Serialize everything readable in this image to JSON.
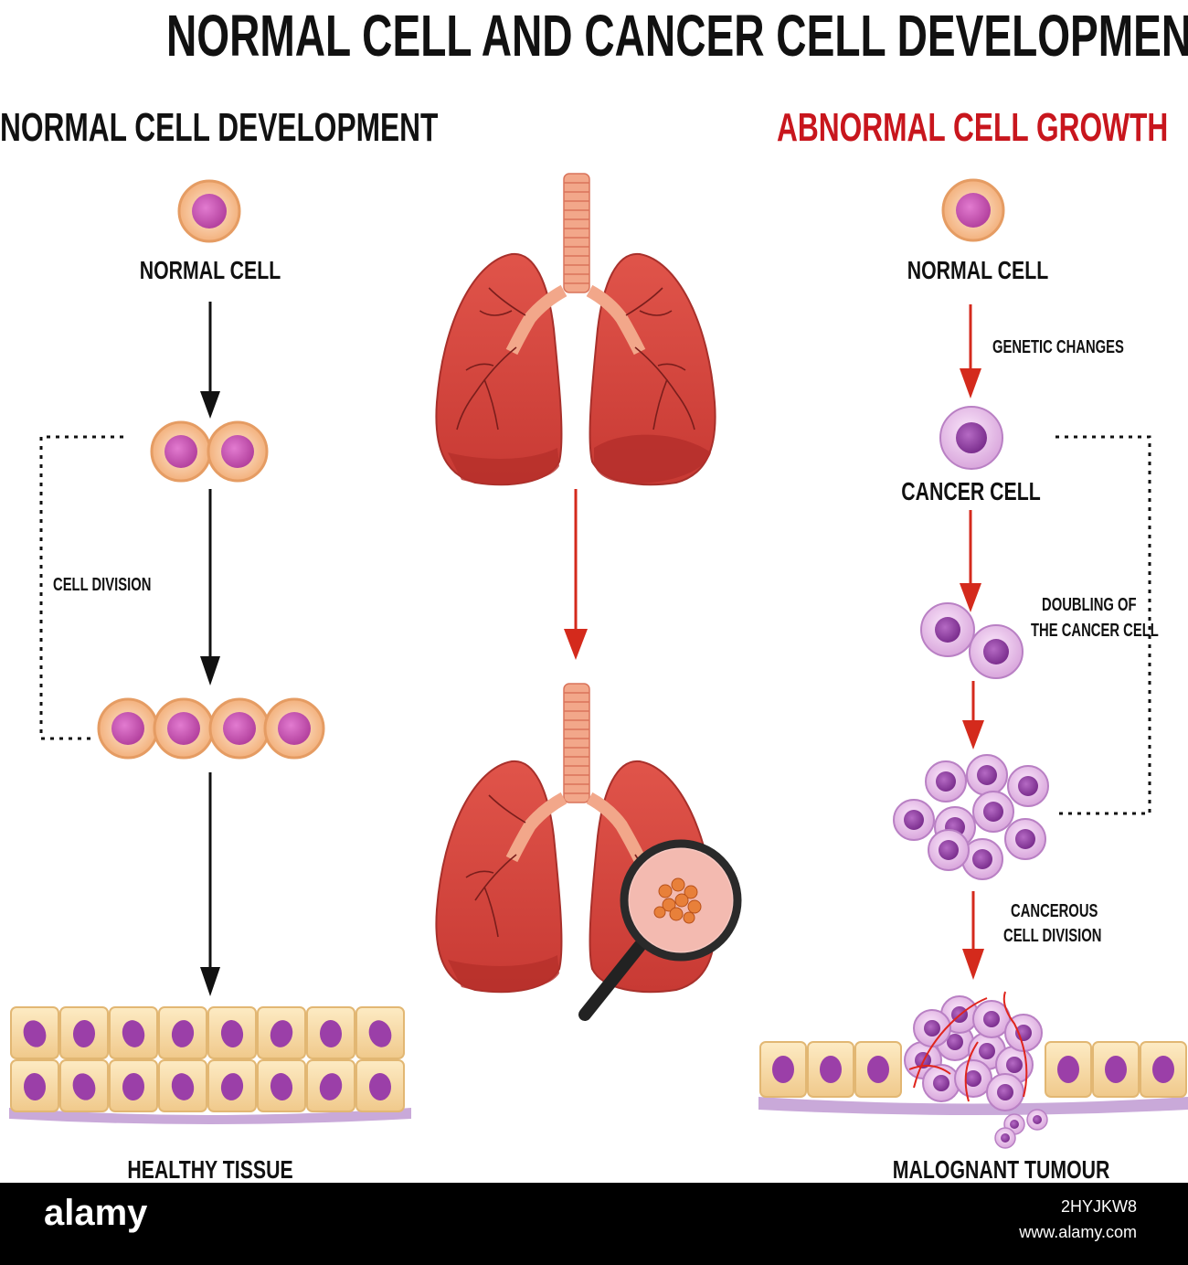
{
  "title": "NORMAL CELL AND CANCER CELL DEVELOPMENT",
  "left": {
    "heading": "NORMAL CELL DEVELOPMENT",
    "normal_cell": "NORMAL CELL",
    "cell_division": "CELL DIVISION",
    "healthy_tissue": "HEALTHY TISSUE"
  },
  "right": {
    "heading": "ABNORMAL CELL GROWTH",
    "normal_cell": "NORMAL CELL",
    "genetic_changes": "GENETIC CHANGES",
    "cancer_cell": "CANCER CELL",
    "doubling_line1": "DOUBLING OF",
    "doubling_line2": "THE CANCER CELL",
    "cancerous_line1": "CANCEROUS",
    "cancerous_line2": "CELL DIVISION",
    "tumour": "MALOGNANT TUMOUR"
  },
  "footer": {
    "brand": "alamy",
    "image_id": "2HYJKW8",
    "url": "www.alamy.com"
  },
  "colors": {
    "heading_red": "#c8161d",
    "arrow_red": "#d42a1c",
    "arrow_black": "#111111",
    "lung": "#d9463f",
    "normal_cell_outer": "#f7c99a",
    "normal_cell_nucleus": "#c24fae",
    "cancer_cell": "#e8c3e8",
    "cancer_nucleus": "#8e3aa0",
    "tissue": "#f5d9a4"
  }
}
